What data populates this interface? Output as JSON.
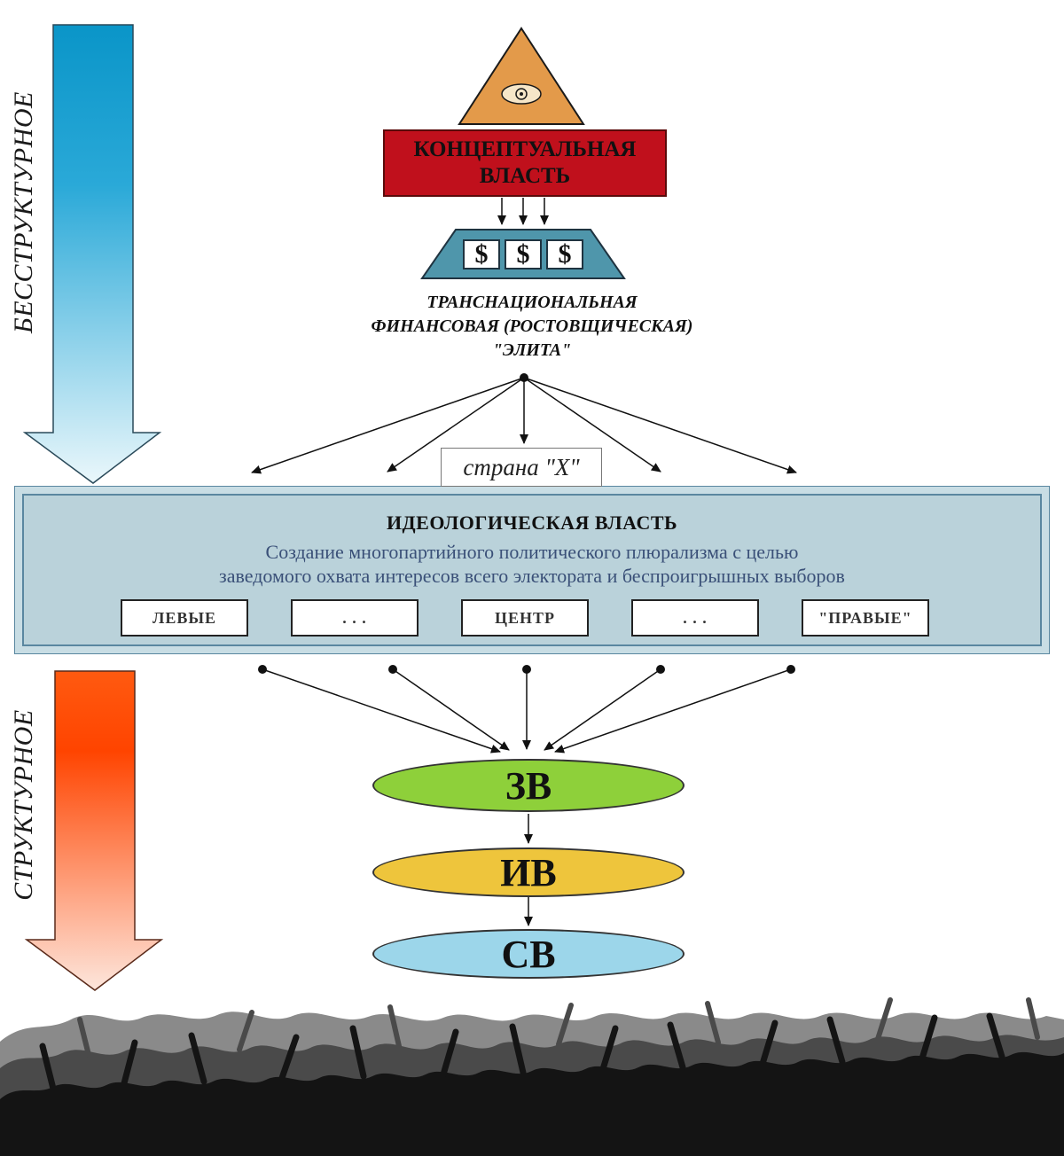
{
  "side_labels": {
    "top": "БЕССТРУКТУРНОЕ",
    "bottom": "СТРУКТУРНОЕ"
  },
  "colors": {
    "top_arrow_start": "#0a95c8",
    "top_arrow_end": "#e8f6fb",
    "bottom_arrow_start": "#ff4a00",
    "bottom_arrow_end": "#fde3d8",
    "concept_box": "#c0101c",
    "pyramid": "#e39a4a",
    "trapezoid": "#4f96ab",
    "ideology_box": "#bad2da",
    "oval_zv": "#8ed03a",
    "oval_iv": "#eec53c",
    "oval_sv": "#9cd6ea"
  },
  "icons": {
    "pyramid": "all-seeing-eye-triangle-icon",
    "crowd": "crowd-silhouette"
  },
  "conceptual_power": {
    "line1": "КОНЦЕПТУАЛЬНАЯ",
    "line2": "ВЛАСТЬ"
  },
  "finance": {
    "symbols": [
      "$",
      "$",
      "$"
    ],
    "line1": "ТРАНСНАЦИОНАЛЬНАЯ",
    "line2": "ФИНАНСОВАЯ (РОСТОВЩИЧЕСКАЯ)",
    "line3": "\"ЭЛИТА\""
  },
  "country": "страна \"X\"",
  "ideology": {
    "title": "ИДЕОЛОГИЧЕСКАЯ ВЛАСТЬ",
    "desc_line1": "Создание многопартийного политического плюрализма с целью",
    "desc_line2": "заведомого охвата интересов всего электората и беспроигрышных выборов",
    "parties": [
      "ЛЕВЫЕ",
      ". . .",
      "ЦЕНТР",
      ". . .",
      "\"ПРАВЫЕ\""
    ]
  },
  "ovals": {
    "zv": "ЗВ",
    "iv": "ИВ",
    "sv": "СВ"
  }
}
